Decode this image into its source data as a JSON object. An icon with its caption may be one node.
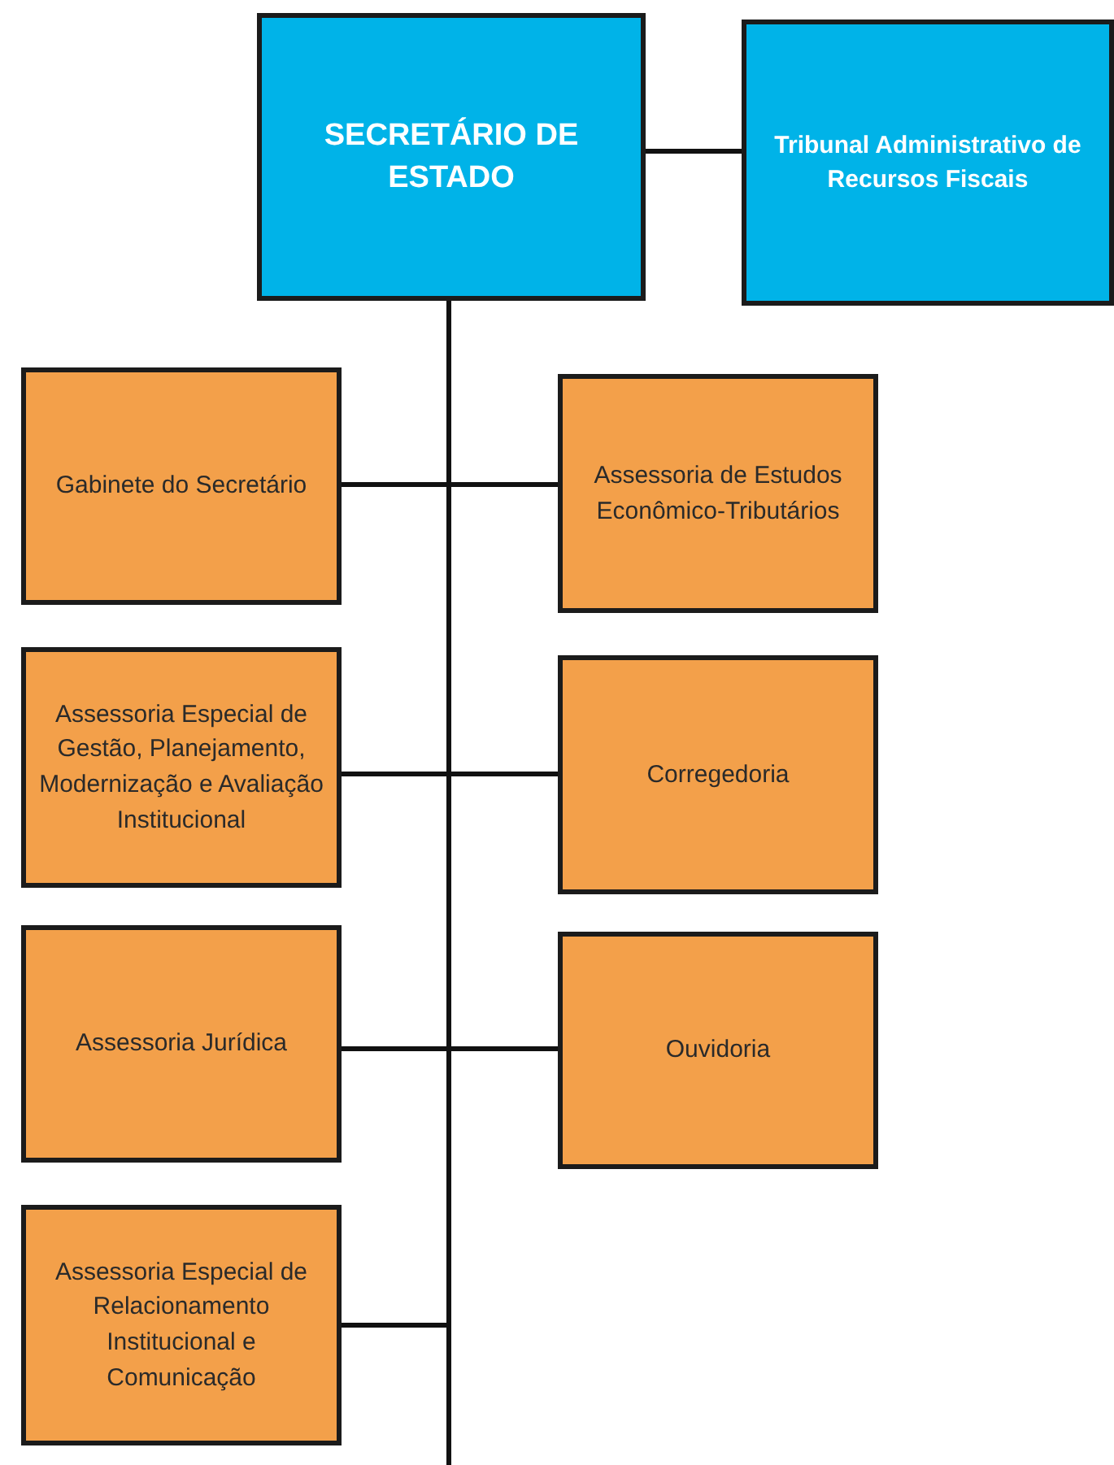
{
  "diagram": {
    "nodes": [
      {
        "text": [
          "SECRETÁRIO DE ESTADO"
        ]
      },
      {
        "text": [
          "Tribunal Administrativo de Recursos Fiscais"
        ]
      },
      {
        "text": [
          "Gabinete do Secretário"
        ]
      },
      {
        "text": [
          "Assessoria de Estudos Econômico-Tributários"
        ]
      },
      {
        "text": [
          "Assessoria Especial de Gestão, Planejamento, Modernização e Avaliação Institucional"
        ]
      },
      {
        "text": [
          "Corregedoria"
        ]
      },
      {
        "text": [
          "Assessoria Jurídica"
        ]
      },
      {
        "text": [
          "Ouvidoria"
        ]
      },
      {
        "text": [
          "Assessoria Especial de Relacionamento Institucional e Comunicação"
        ]
      }
    ],
    "edges": [
      {
        "from": 0,
        "to": 1,
        "arrow": "none"
      },
      {
        "from": 0,
        "to": 2,
        "arrow": "none"
      },
      {
        "from": 0,
        "to": 3,
        "arrow": "none"
      },
      {
        "from": 0,
        "to": 4,
        "arrow": "none"
      },
      {
        "from": 0,
        "to": 5,
        "arrow": "none"
      },
      {
        "from": 0,
        "to": 6,
        "arrow": "none"
      },
      {
        "from": 0,
        "to": 7,
        "arrow": "none"
      },
      {
        "from": 0,
        "to": 8,
        "arrow": "none"
      },
      {
        "from": 0,
        "to": null,
        "arrow": "none"
      }
    ]
  }
}
